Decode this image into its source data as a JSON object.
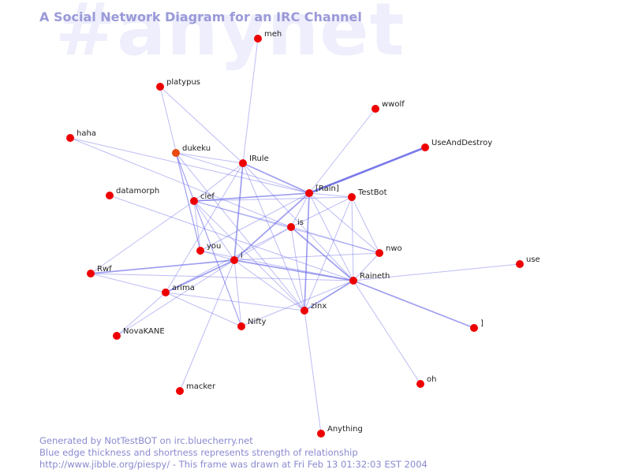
{
  "watermark": "#anynet",
  "title": "A Social Network Diagram for an IRC Channel",
  "footer": {
    "line1": "Generated by NotTestBOT on irc.bluecherry.net",
    "line2": "Blue edge thickness and shortness represents strength of relationship",
    "line3": "http://www.jibble.org/piespy/ - This frame was drawn at Fri Feb 13 01:32:03 EST 2004"
  },
  "colors": {
    "background": "#ffffff",
    "watermark": "#eeeefc",
    "title": "#9a9ad8",
    "node": "#ee0000",
    "node_highlight": "#e84a10",
    "edge": "#6a6ae8",
    "label": "#222222",
    "footer": "#8a8ad0"
  },
  "nodes": [
    {
      "id": "meh",
      "label": "meh",
      "color": "node"
    },
    {
      "id": "platypus",
      "label": "platypus",
      "color": "node"
    },
    {
      "id": "wwolf",
      "label": "wwolf",
      "color": "node"
    },
    {
      "id": "haha",
      "label": "haha",
      "color": "node"
    },
    {
      "id": "UseAndDestroy",
      "label": "UseAndDestroy",
      "color": "node"
    },
    {
      "id": "dukeku",
      "label": "dukeku",
      "color": "node_highlight"
    },
    {
      "id": "IRule",
      "label": "IRule",
      "color": "node"
    },
    {
      "id": "datamorph",
      "label": "datamorph",
      "color": "node"
    },
    {
      "id": "clef",
      "label": "clef",
      "color": "node"
    },
    {
      "id": "Rainl",
      "label": "[Rain]",
      "color": "node"
    },
    {
      "id": "TestBot",
      "label": "TestBot",
      "color": "node"
    },
    {
      "id": "is",
      "label": "is",
      "color": "node"
    },
    {
      "id": "you",
      "label": "you",
      "color": "node"
    },
    {
      "id": "nwo",
      "label": "nwo",
      "color": "node"
    },
    {
      "id": "i",
      "label": "i",
      "color": "node"
    },
    {
      "id": "use",
      "label": "use",
      "color": "node"
    },
    {
      "id": "Rwf",
      "label": "Rwf",
      "color": "node"
    },
    {
      "id": "Raineth",
      "label": "Raineth",
      "color": "node"
    },
    {
      "id": "arima",
      "label": "arima",
      "color": "node"
    },
    {
      "id": "zinx",
      "label": "zinx",
      "color": "node"
    },
    {
      "id": "Nifty",
      "label": "Nifty",
      "color": "node"
    },
    {
      "id": "bracket",
      "label": "]",
      "color": "node"
    },
    {
      "id": "NovaKANE",
      "label": "NovaKANE",
      "color": "node"
    },
    {
      "id": "oh",
      "label": "oh",
      "color": "node"
    },
    {
      "id": "macker",
      "label": "macker",
      "color": "node"
    },
    {
      "id": "Anything",
      "label": "Anything",
      "color": "node"
    }
  ],
  "edges": [
    {
      "source": "meh",
      "target": "IRule",
      "weight": 1
    },
    {
      "source": "platypus",
      "target": "IRule",
      "weight": 1
    },
    {
      "source": "platypus",
      "target": "you",
      "weight": 1
    },
    {
      "source": "wwolf",
      "target": "Rainl",
      "weight": 1
    },
    {
      "source": "haha",
      "target": "Rainl",
      "weight": 1
    },
    {
      "source": "haha",
      "target": "is",
      "weight": 1
    },
    {
      "source": "UseAndDestroy",
      "target": "Rainl",
      "weight": 3
    },
    {
      "source": "dukeku",
      "target": "IRule",
      "weight": 1
    },
    {
      "source": "dukeku",
      "target": "clef",
      "weight": 1
    },
    {
      "source": "dukeku",
      "target": "you",
      "weight": 1
    },
    {
      "source": "dukeku",
      "target": "Nifty",
      "weight": 1
    },
    {
      "source": "dukeku",
      "target": "zinx",
      "weight": 1
    },
    {
      "source": "dukeku",
      "target": "Rainl",
      "weight": 1
    },
    {
      "source": "IRule",
      "target": "clef",
      "weight": 1
    },
    {
      "source": "IRule",
      "target": "Rainl",
      "weight": 2
    },
    {
      "source": "IRule",
      "target": "i",
      "weight": 2
    },
    {
      "source": "IRule",
      "target": "arima",
      "weight": 1
    },
    {
      "source": "IRule",
      "target": "Raineth",
      "weight": 1
    },
    {
      "source": "IRule",
      "target": "zinx",
      "weight": 1
    },
    {
      "source": "datamorph",
      "target": "Raineth",
      "weight": 1
    },
    {
      "source": "clef",
      "target": "Rainl",
      "weight": 2
    },
    {
      "source": "clef",
      "target": "TestBot",
      "weight": 1
    },
    {
      "source": "clef",
      "target": "is",
      "weight": 1
    },
    {
      "source": "clef",
      "target": "nwo",
      "weight": 1
    },
    {
      "source": "clef",
      "target": "i",
      "weight": 1
    },
    {
      "source": "clef",
      "target": "you",
      "weight": 1
    },
    {
      "source": "clef",
      "target": "Nifty",
      "weight": 1
    },
    {
      "source": "clef",
      "target": "Rwf",
      "weight": 1
    },
    {
      "source": "clef",
      "target": "zinx",
      "weight": 1
    },
    {
      "source": "Rainl",
      "target": "TestBot",
      "weight": 1
    },
    {
      "source": "Rainl",
      "target": "is",
      "weight": 1
    },
    {
      "source": "Rainl",
      "target": "i",
      "weight": 2
    },
    {
      "source": "Rainl",
      "target": "zinx",
      "weight": 2
    },
    {
      "source": "Rainl",
      "target": "Raineth",
      "weight": 1
    },
    {
      "source": "Rainl",
      "target": "nwo",
      "weight": 1
    },
    {
      "source": "Rainl",
      "target": "you",
      "weight": 1
    },
    {
      "source": "TestBot",
      "target": "nwo",
      "weight": 1
    },
    {
      "source": "TestBot",
      "target": "Raineth",
      "weight": 1
    },
    {
      "source": "TestBot",
      "target": "is",
      "weight": 1
    },
    {
      "source": "TestBot",
      "target": "zinx",
      "weight": 1
    },
    {
      "source": "is",
      "target": "i",
      "weight": 1
    },
    {
      "source": "is",
      "target": "nwo",
      "weight": 1
    },
    {
      "source": "is",
      "target": "Raineth",
      "weight": 2
    },
    {
      "source": "is",
      "target": "zinx",
      "weight": 1
    },
    {
      "source": "is",
      "target": "arima",
      "weight": 1
    },
    {
      "source": "you",
      "target": "i",
      "weight": 1
    },
    {
      "source": "you",
      "target": "Raineth",
      "weight": 1
    },
    {
      "source": "nwo",
      "target": "i",
      "weight": 1
    },
    {
      "source": "nwo",
      "target": "Raineth",
      "weight": 1
    },
    {
      "source": "i",
      "target": "Rwf",
      "weight": 2
    },
    {
      "source": "i",
      "target": "arima",
      "weight": 2
    },
    {
      "source": "i",
      "target": "Raineth",
      "weight": 2
    },
    {
      "source": "i",
      "target": "zinx",
      "weight": 1
    },
    {
      "source": "i",
      "target": "Nifty",
      "weight": 1
    },
    {
      "source": "i",
      "target": "NovaKANE",
      "weight": 1
    },
    {
      "source": "i",
      "target": "macker",
      "weight": 1
    },
    {
      "source": "use",
      "target": "Raineth",
      "weight": 1
    },
    {
      "source": "Rwf",
      "target": "Raineth",
      "weight": 1
    },
    {
      "source": "Rwf",
      "target": "arima",
      "weight": 1
    },
    {
      "source": "Raineth",
      "target": "bracket",
      "weight": 2
    },
    {
      "source": "Raineth",
      "target": "oh",
      "weight": 1
    },
    {
      "source": "Raineth",
      "target": "zinx",
      "weight": 2
    },
    {
      "source": "Raineth",
      "target": "Nifty",
      "weight": 1
    },
    {
      "source": "arima",
      "target": "Nifty",
      "weight": 1
    },
    {
      "source": "arima",
      "target": "NovaKANE",
      "weight": 1
    },
    {
      "source": "arima",
      "target": "zinx",
      "weight": 1
    },
    {
      "source": "zinx",
      "target": "Anything",
      "weight": 1
    }
  ]
}
